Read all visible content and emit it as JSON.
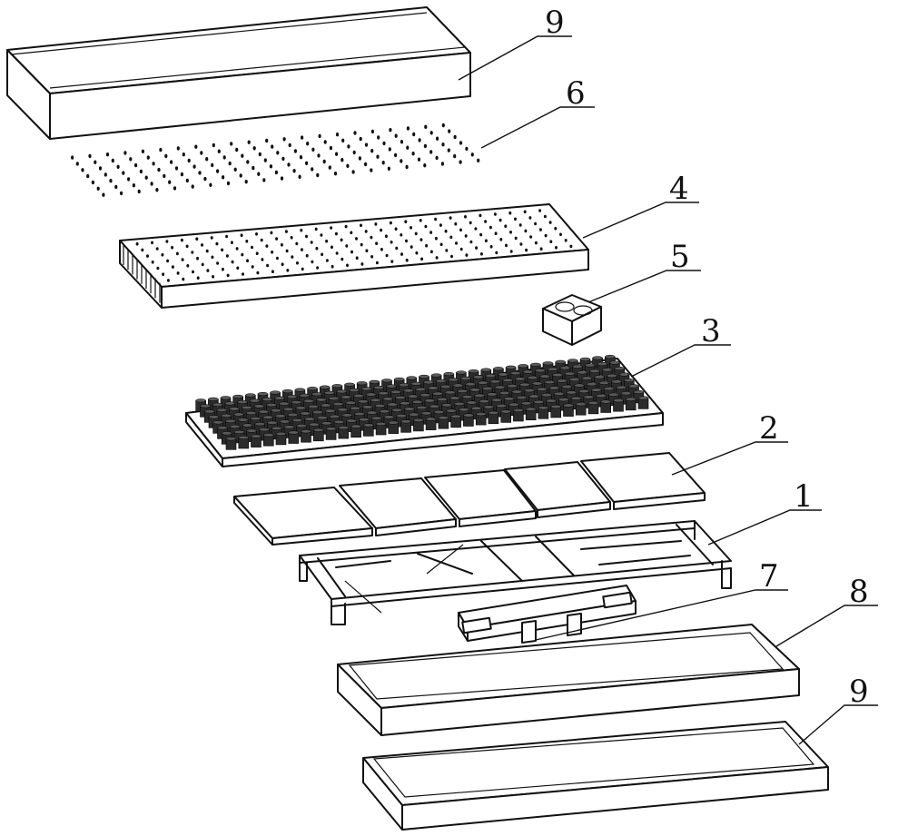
{
  "callouts": [
    {
      "id": "top-cover",
      "label": "9"
    },
    {
      "id": "needle-array",
      "label": "6"
    },
    {
      "id": "perforated-plate",
      "label": "4"
    },
    {
      "id": "control-box",
      "label": "5"
    },
    {
      "id": "cup-tray",
      "label": "3"
    },
    {
      "id": "panels",
      "label": "2"
    },
    {
      "id": "frame",
      "label": "1"
    },
    {
      "id": "drive-unit",
      "label": "7"
    },
    {
      "id": "base-tray",
      "label": "8"
    },
    {
      "id": "bottom-cover",
      "label": "9"
    }
  ]
}
